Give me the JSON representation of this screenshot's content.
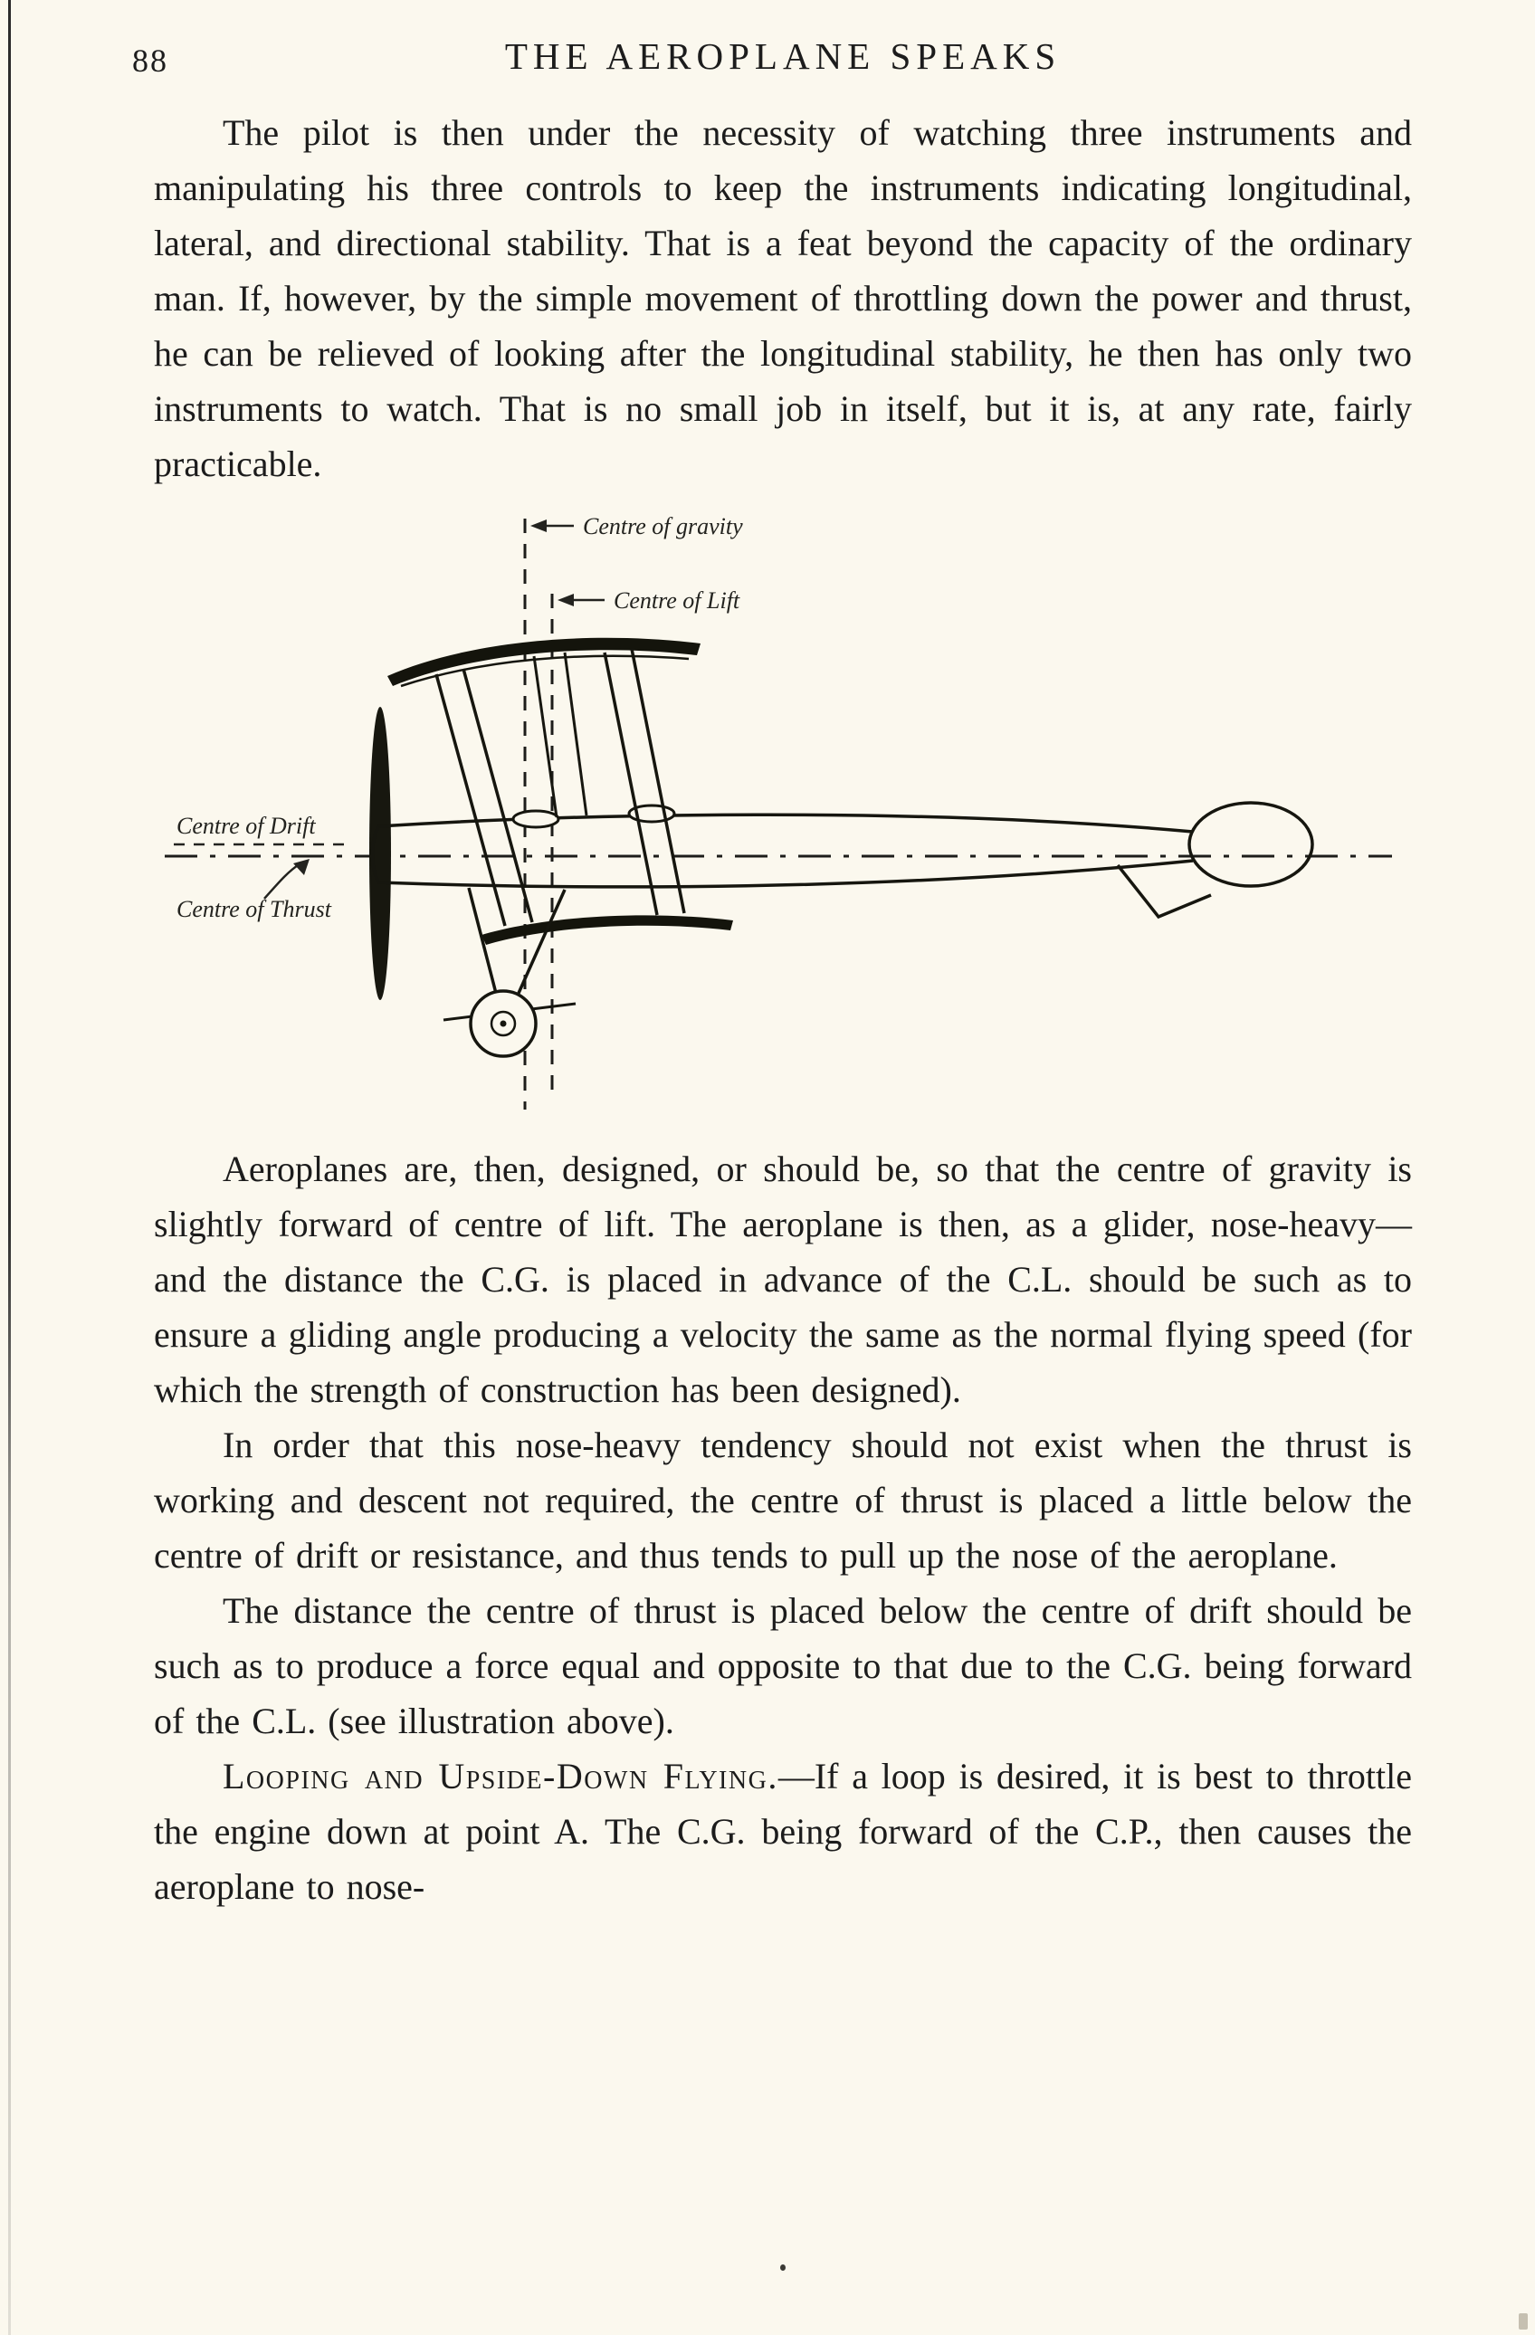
{
  "page": {
    "number": "88",
    "running_title": "THE AEROPLANE SPEAKS"
  },
  "paragraphs": {
    "p1": "The pilot is then under the necessity of watching three instruments and manipulating his three controls to keep the instruments indicating longitudinal, lateral, and directional stability. That is a feat beyond the capacity of the ordinary man. If, however, by the simple movement of throttling down the power and thrust, he can be relieved of looking after the longitudinal stability, he then has only two instruments to watch. That is no small job in itself, but it is, at any rate, fairly practicable.",
    "p2": "Aeroplanes are, then, designed, or should be, so that the centre of gravity is slightly forward of centre of lift. The aeroplane is then, as a glider, nose-heavy—and the distance the C.G. is placed in advance of the C.L. should be such as to ensure a gliding angle producing a velocity the same as the normal flying speed (for which the strength of construction has been designed).",
    "p3": "In order that this nose-heavy tendency should not exist when the thrust is working and descent not required, the centre of thrust is placed a little below the centre of drift or resistance, and thus tends to pull up the nose of the aeroplane.",
    "p4": "The distance the centre of thrust is placed below the centre of drift should be such as to produce a force equal and opposite to that due to the C.G. being forward of the C.L. (see illustration above).",
    "p5_smallcaps": "Looping and Upside-Down Flying.",
    "p5_rest": "—If a loop is desired, it is best to throttle the engine down at point A. The C.G. being forward of the C.P., then causes the aeroplane to nose-"
  },
  "diagram": {
    "label_gravity": "Centre of gravity",
    "label_lift": "Centre of Lift",
    "label_drift": "Centre of Drift",
    "label_thrust": "Centre of Thrust"
  }
}
